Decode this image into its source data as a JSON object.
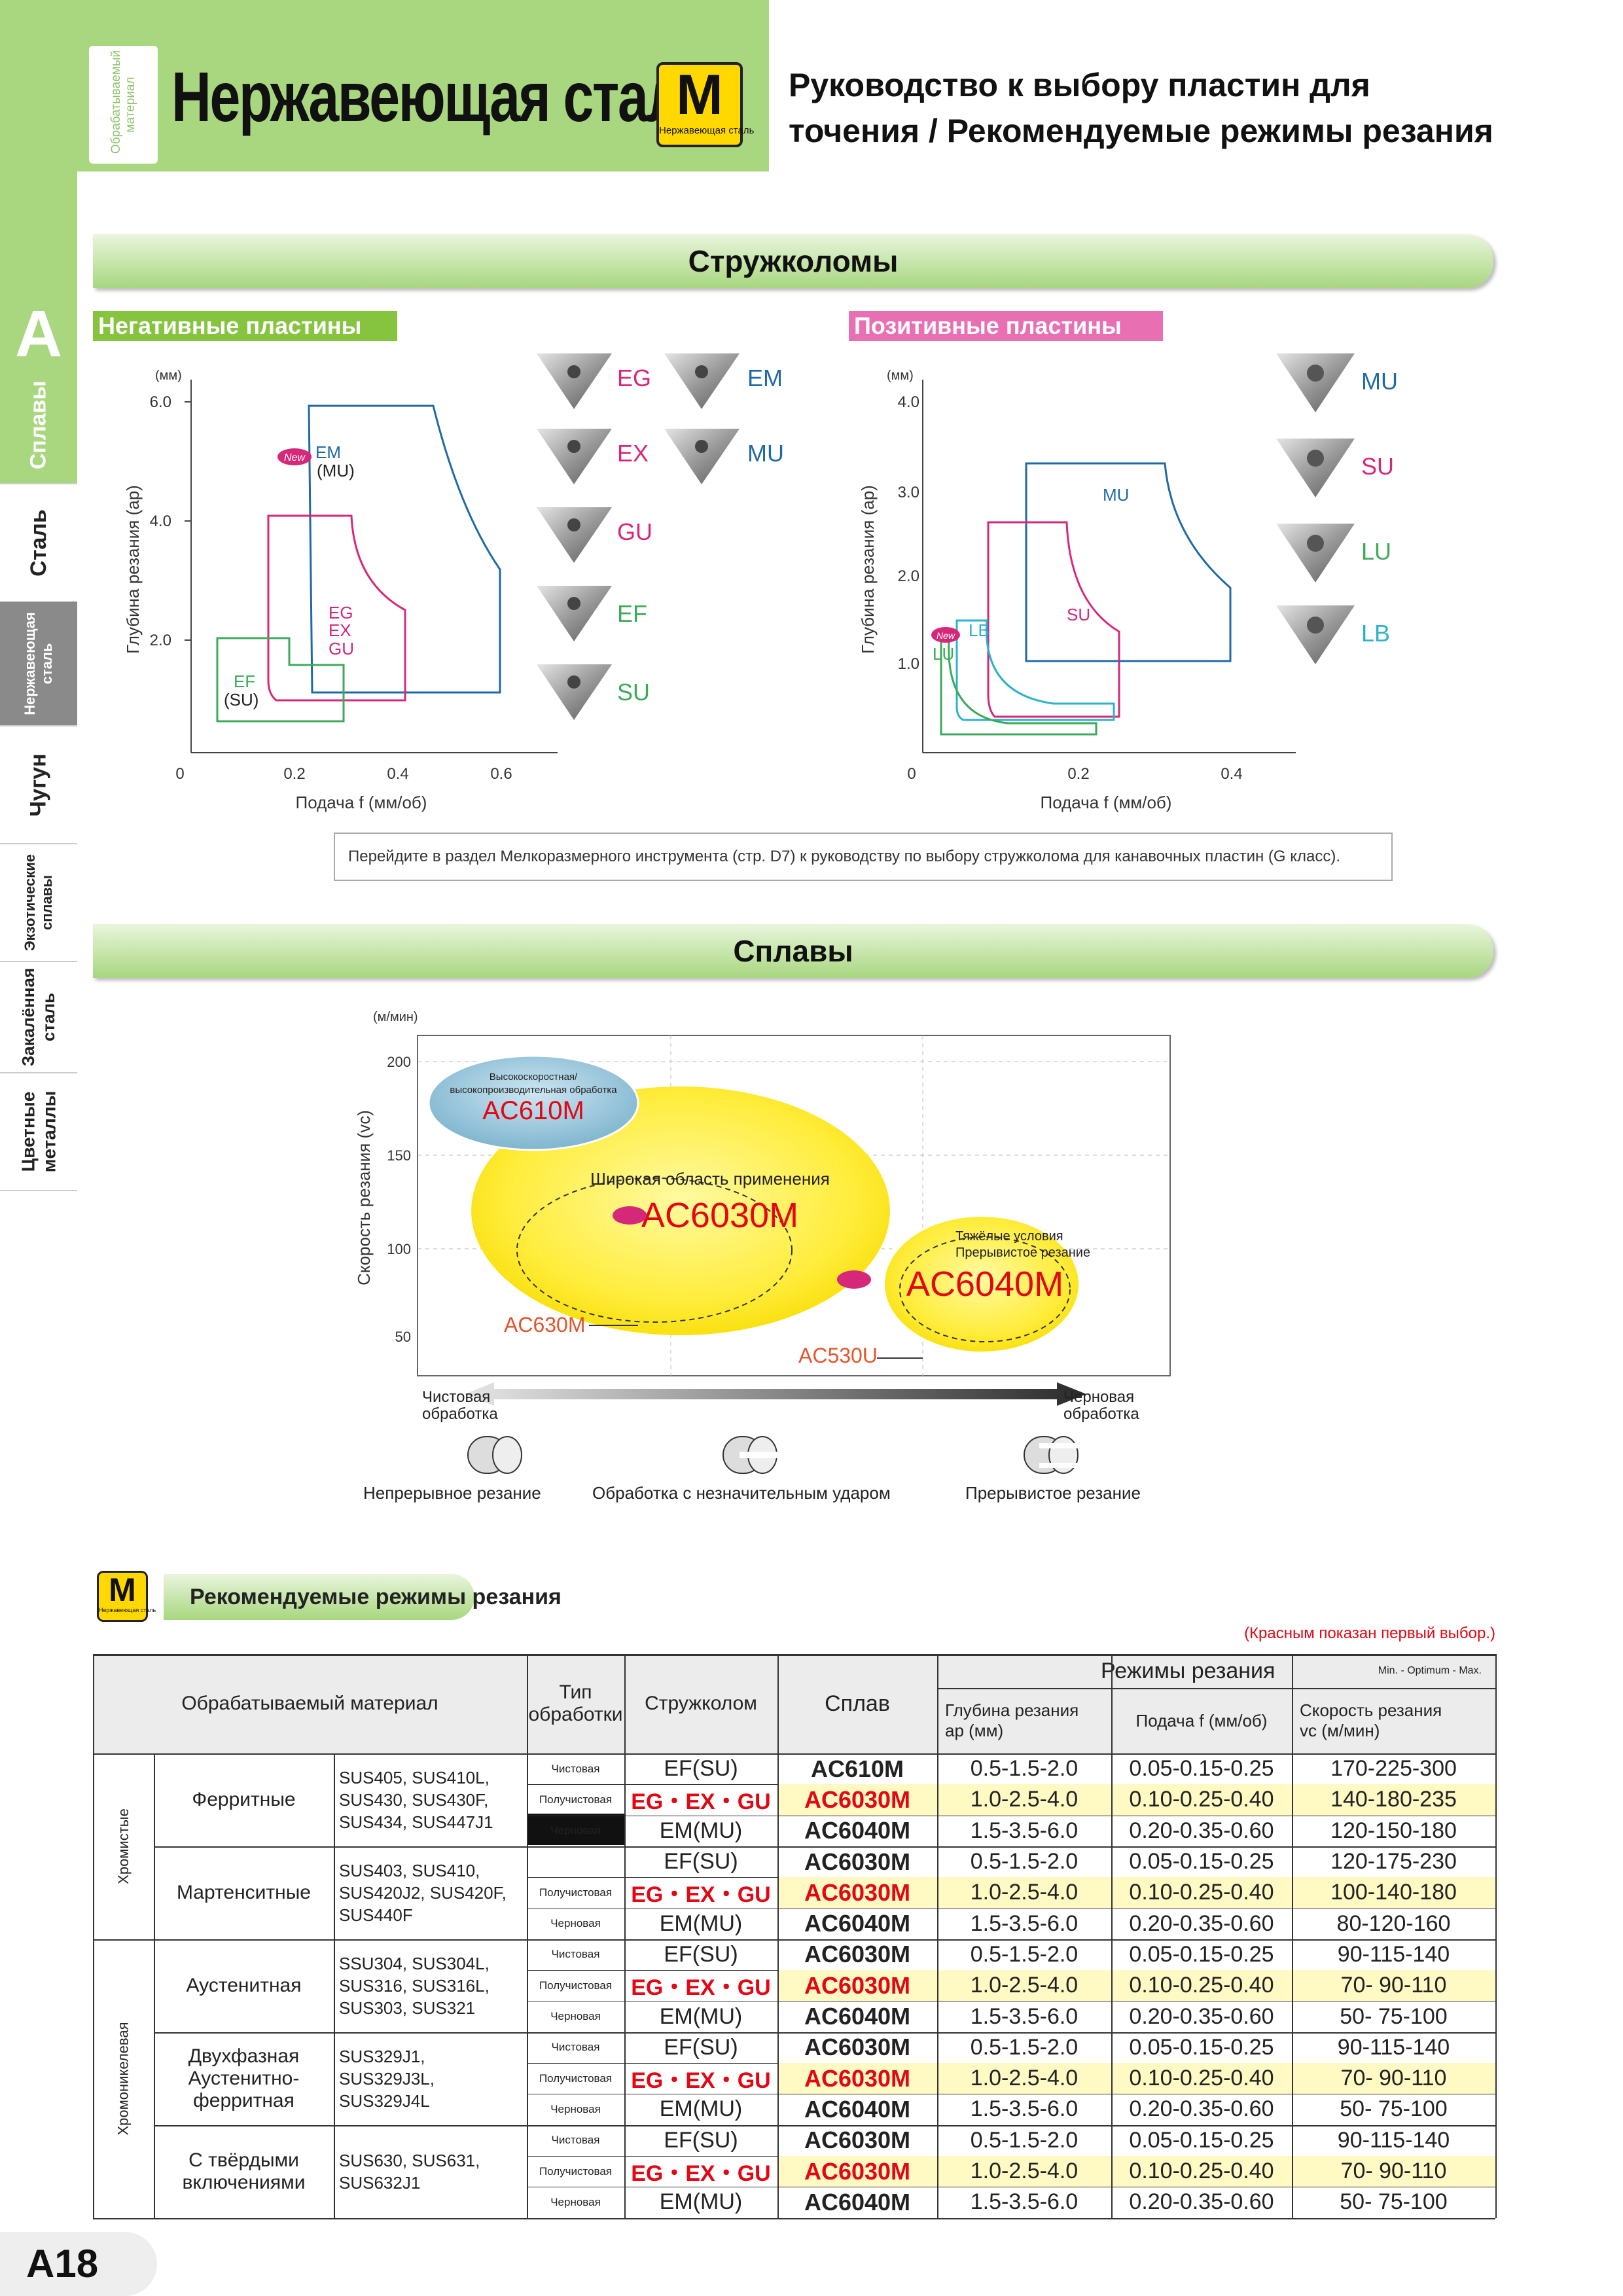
{
  "header": {
    "side_label": "Обрабатываемый материал",
    "title": "Нержавеющая сталь",
    "badge_letter": "M",
    "badge_caption": "Нержавеющая сталь",
    "guide_line1": "Руководство к выбору пластин для",
    "guide_line2": "точения / Рекомендуемые режимы резания"
  },
  "tabs": {
    "letter": "A",
    "items": [
      "Сплавы",
      "Сталь",
      "Нержавеющая сталь",
      "Чугун",
      "Экзотические сплавы",
      "Закалённая сталь",
      "Цветные металлы"
    ]
  },
  "chipbreakers": {
    "title": "Стружколомы",
    "negative_label": "Негативные пластины",
    "positive_label": "Позитивные пластины",
    "new_badge": "New",
    "negative_chart": {
      "unit": "(мм)",
      "ylabel": "Глубина резания (ap)",
      "xlabel": "Подача f (мм/об)",
      "yticks": [
        "6.0",
        "4.0",
        "2.0"
      ],
      "xticks": [
        "0",
        "0.2",
        "0.4",
        "0.6"
      ],
      "labels": {
        "em": "EM",
        "em_sub": "(MU)",
        "eg": "EG",
        "ex": "EX",
        "gu": "GU",
        "ef": "EF",
        "ef_sub": "(SU)"
      },
      "inserts": [
        "EG",
        "EM",
        "EX",
        "MU",
        "GU",
        "EF",
        "SU"
      ]
    },
    "positive_chart": {
      "unit": "(мм)",
      "ylabel": "Глубина резания (ap)",
      "xlabel": "Подача f (мм/об)",
      "yticks": [
        "4.0",
        "3.0",
        "2.0",
        "1.0"
      ],
      "xticks": [
        "0",
        "0.2",
        "0.4"
      ],
      "labels": {
        "mu": "MU",
        "su": "SU",
        "lb": "LB",
        "lu": "LU"
      },
      "inserts": [
        "MU",
        "SU",
        "LU",
        "LB"
      ]
    },
    "note": "Перейдите в раздел Мелкоразмерного инструмента (стр. D7) к руководству по выбору стружколома для канавочных пластин (G класс)."
  },
  "grades": {
    "title": "Сплавы",
    "unit": "(м/мин)",
    "ylabel": "Скорость резания (vc)",
    "yticks": [
      "200",
      "150",
      "100",
      "50"
    ],
    "ac610m_caption": "Высокоскоростная/ высокопроизводительная обработка",
    "ac610m": "AC610M",
    "ac6030m_caption": "Широкая область применения",
    "ac6030m": "AC6030M",
    "ac6040m_caption1": "Тяжёлые условия",
    "ac6040m_caption2": "Прерывистое резание",
    "ac6040m": "AC6040M",
    "ac630m": "AC630M",
    "ac530u": "AC530U",
    "left_arrow": "Чистовая обработка",
    "right_arrow": "Черновая обработка",
    "cont_cut": "Непрерывное резание",
    "light_impact": "Обработка с незначительным ударом",
    "interrupted": "Прерывистое резание"
  },
  "conditions": {
    "badge_letter": "M",
    "badge_caption": "Нержавеющая сталь",
    "title": "Рекомендуемые режимы резания",
    "red_note": "(Красным показан первый выбор.)",
    "headers": {
      "material": "Обрабатываемый материал",
      "type": "Тип обработки",
      "chipbreaker": "Стружколом",
      "grade": "Сплав",
      "modes": "Режимы резания",
      "legend": "Min. - Optimum - Max.",
      "depth": "Глубина резания",
      "depth_unit": "ap (мм)",
      "feed": "Подача f (мм/об)",
      "speed": "Скорость резания",
      "speed_unit": "vc (м/мин)"
    },
    "groups": [
      {
        "name": "Хромистые",
        "subs": [
          {
            "name": "Ферритные",
            "steels": "SUS405, SUS410L, SUS430, SUS430F, SUS434, SUS447J1",
            "rows": [
              {
                "type": "Чистовая",
                "cb": "EF(SU)",
                "grade": "AC610M",
                "ap": "0.5-1.5-2.0",
                "f": "0.05-0.15-0.25",
                "vc": "170-225-300",
                "first": false
              },
              {
                "type": "Получистовая",
                "cb": "EG・EX・GU",
                "grade": "AC6030M",
                "ap": "1.0-2.5-4.0",
                "f": "0.10-0.25-0.40",
                "vc": "140-180-235",
                "first": true
              },
              {
                "type": "Черновая",
                "cb": "EM(MU)",
                "grade": "AC6040M",
                "ap": "1.5-3.5-6.0",
                "f": "0.20-0.35-0.60",
                "vc": "120-150-180",
                "first": false
              }
            ]
          },
          {
            "name": "Мартенситные",
            "steels": "SUS403, SUS410, SUS420J2, SUS420F, SUS440F",
            "rows": [
              {
                "type": "",
                "cb": "EF(SU)",
                "grade": "AC6030M",
                "ap": "0.5-1.5-2.0",
                "f": "0.05-0.15-0.25",
                "vc": "120-175-230",
                "first": false
              },
              {
                "type": "Получистовая",
                "cb": "EG・EX・GU",
                "grade": "AC6030M",
                "ap": "1.0-2.5-4.0",
                "f": "0.10-0.25-0.40",
                "vc": "100-140-180",
                "first": true
              },
              {
                "type": "Черновая",
                "cb": "EM(MU)",
                "grade": "AC6040M",
                "ap": "1.5-3.5-6.0",
                "f": "0.20-0.35-0.60",
                "vc": "80-120-160",
                "first": false
              }
            ]
          }
        ]
      },
      {
        "name": "Хромоникелевая",
        "subs": [
          {
            "name": "Аустенитная",
            "steels": "SSU304, SUS304L, SUS316, SUS316L, SUS303, SUS321",
            "rows": [
              {
                "type": "Чистовая",
                "cb": "EF(SU)",
                "grade": "AC6030M",
                "ap": "0.5-1.5-2.0",
                "f": "0.05-0.15-0.25",
                "vc": "90-115-140",
                "first": false
              },
              {
                "type": "Получистовая",
                "cb": "EG・EX・GU",
                "grade": "AC6030M",
                "ap": "1.0-2.5-4.0",
                "f": "0.10-0.25-0.40",
                "vc": "70- 90-110",
                "first": true
              },
              {
                "type": "Черновая",
                "cb": "EM(MU)",
                "grade": "AC6040M",
                "ap": "1.5-3.5-6.0",
                "f": "0.20-0.35-0.60",
                "vc": "50- 75-100",
                "first": false
              }
            ]
          },
          {
            "name": "Двухфазная Аустенитно- ферритная",
            "steels": "SUS329J1, SUS329J3L, SUS329J4L",
            "rows": [
              {
                "type": "Чистовая",
                "cb": "EF(SU)",
                "grade": "AC6030M",
                "ap": "0.5-1.5-2.0",
                "f": "0.05-0.15-0.25",
                "vc": "90-115-140",
                "first": false
              },
              {
                "type": "Получистовая",
                "cb": "EG・EX・GU",
                "grade": "AC6030M",
                "ap": "1.0-2.5-4.0",
                "f": "0.10-0.25-0.40",
                "vc": "70- 90-110",
                "first": true
              },
              {
                "type": "Черновая",
                "cb": "EM(MU)",
                "grade": "AC6040M",
                "ap": "1.5-3.5-6.0",
                "f": "0.20-0.35-0.60",
                "vc": "50- 75-100",
                "first": false
              }
            ]
          },
          {
            "name": "С твёрдыми включениями",
            "steels": "SUS630, SUS631, SUS632J1",
            "rows": [
              {
                "type": "Чистовая",
                "cb": "EF(SU)",
                "grade": "AC6030M",
                "ap": "0.5-1.5-2.0",
                "f": "0.05-0.15-0.25",
                "vc": "90-115-140",
                "first": false
              },
              {
                "type": "Получистовая",
                "cb": "EG・EX・GU",
                "grade": "AC6030M",
                "ap": "1.0-2.5-4.0",
                "f": "0.10-0.25-0.40",
                "vc": "70- 90-110",
                "first": true
              },
              {
                "type": "Черновая",
                "cb": "EM(MU)",
                "grade": "AC6040M",
                "ap": "1.5-3.5-6.0",
                "f": "0.20-0.35-0.60",
                "vc": "50- 75-100",
                "first": false
              }
            ]
          }
        ]
      }
    ]
  },
  "page_number": "A18",
  "colors": {
    "green": "#a8d77f",
    "pink": "#d6287a",
    "blue": "#1f6aa5",
    "teal": "#2bb3c9",
    "lime": "#86c440",
    "red": "#e30613",
    "yellow": "#ffd800"
  }
}
